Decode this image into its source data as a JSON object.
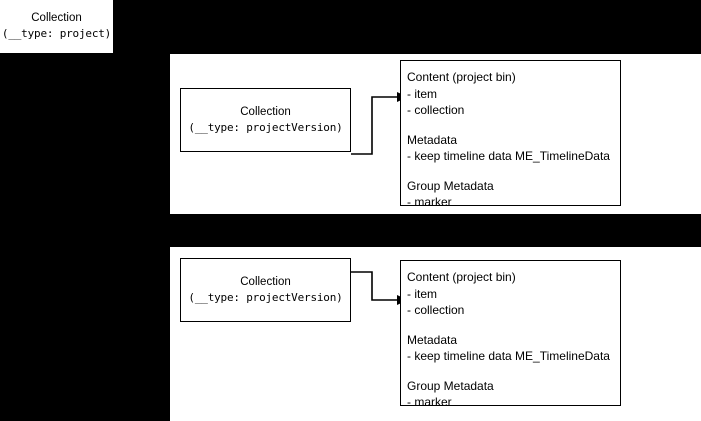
{
  "diagram": {
    "title_node": {
      "name": "collection-project",
      "label": "Collection",
      "type_label": "(__type: project)"
    },
    "rows": [
      {
        "id": "row-upper",
        "source": {
          "label": "Collection",
          "type_label": "(__type: projectVersion)"
        },
        "target": {
          "sections": [
            {
              "heading": "Content (project bin)",
              "items": [
                "- item",
                "- collection"
              ]
            },
            {
              "heading": "Metadata",
              "items": [
                "- keep timeline data ME_TimelineData"
              ]
            },
            {
              "heading": "Group Metadata",
              "items": [
                "- marker"
              ]
            }
          ]
        },
        "edge": {
          "name": "arrow-collection-to-content",
          "direction": "right",
          "style": "orthogonal"
        }
      },
      {
        "id": "row-lower",
        "source": {
          "label": "Collection",
          "type_label": "(__type: projectVersion)"
        },
        "target": {
          "sections": [
            {
              "heading": "Content (project bin)",
              "items": [
                "- item",
                "- collection"
              ]
            },
            {
              "heading": "Metadata",
              "items": [
                "- keep timeline data ME_TimelineData"
              ]
            },
            {
              "heading": "Group Metadata",
              "items": [
                "- marker"
              ]
            }
          ]
        },
        "edge": {
          "name": "arrow-collection-to-content",
          "direction": "right",
          "style": "orthogonal"
        }
      }
    ],
    "colors": {
      "background": "#000000",
      "panel": "#ffffff",
      "stroke": "#000000",
      "text": "#000000"
    }
  }
}
